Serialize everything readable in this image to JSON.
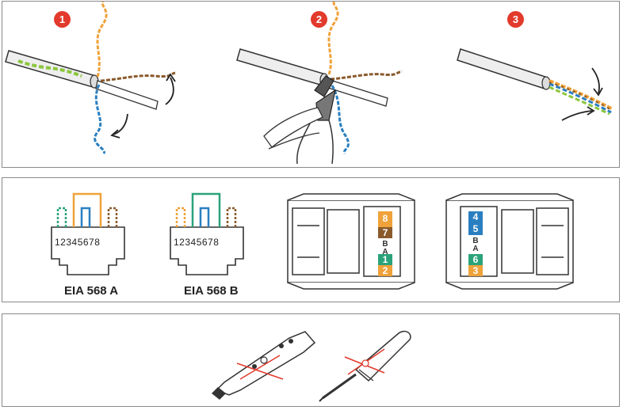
{
  "colors": {
    "accent_red": "#e23a2c",
    "wire_orange": "#f0a23a",
    "wire_green": "#8cc63f",
    "wire_blue": "#2a7fc1",
    "wire_brown": "#8a5a2b",
    "outline": "#333333"
  },
  "steps": [
    {
      "number": "1"
    },
    {
      "number": "2"
    },
    {
      "number": "3"
    }
  ],
  "standards": [
    {
      "label": "EIA 568 A",
      "pins": "12345678"
    },
    {
      "label": "EIA 568 B",
      "pins": "12345678"
    }
  ],
  "jack_left": {
    "top_numbers": [
      "7",
      "8"
    ],
    "letters": [
      "B",
      "A"
    ],
    "bottom_numbers": [
      "1",
      "2"
    ]
  },
  "jack_right": {
    "top_numbers": [
      "4",
      "5"
    ],
    "letters": [
      "B",
      "A"
    ],
    "bottom_numbers": [
      "3",
      "6"
    ]
  },
  "tools": [
    {
      "name": "punch-down-tool",
      "crossed": true
    },
    {
      "name": "screwdriver",
      "crossed": true
    }
  ]
}
